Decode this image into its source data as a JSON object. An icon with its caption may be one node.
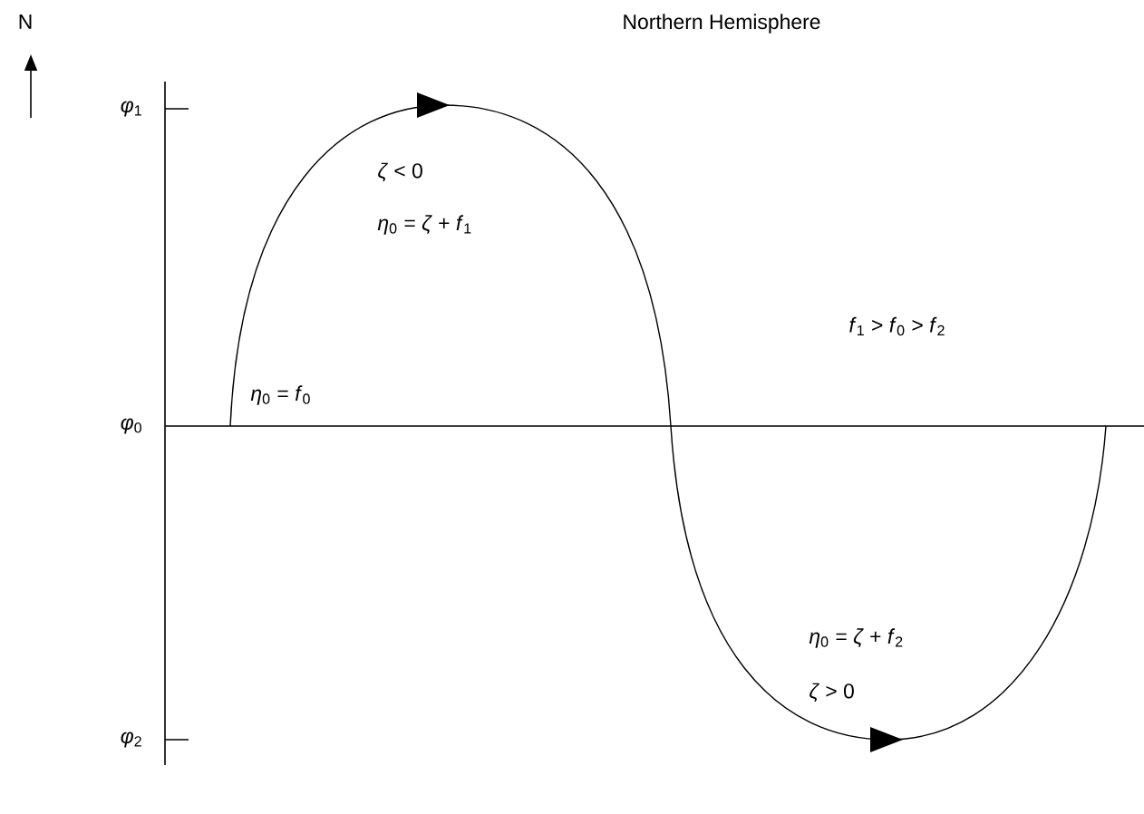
{
  "diagram": {
    "title": "Northern Hemisphere",
    "labels": [
      "N",
      "*φ*$_{1}$",
      "*ζ* < 0",
      "*η*$_{0}$ = *ζ* + *f*$_{1}$",
      "*f*$_{1}$ > *f*$_{0}$ > *f*$_{2}$",
      "*η*$_{0}$ = *f*$_{0}$",
      "*φ*$_{0}$",
      "*η*$_{0}$ = *ζ* + *f*$_{2}$",
      "*ζ* > 0",
      "*φ*$_{2}$"
    ]
  }
}
